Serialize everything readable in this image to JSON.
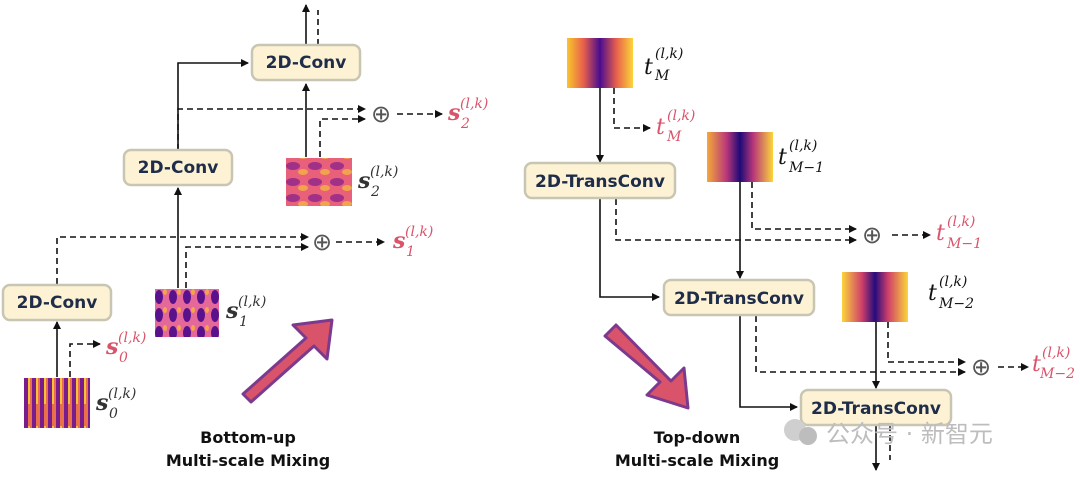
{
  "boxes": {
    "conv_top": "2D-Conv",
    "conv_mid": "2D-Conv",
    "conv_bottom": "2D-Conv",
    "trans_top": "2D-TransConv",
    "trans_mid": "2D-TransConv",
    "trans_bottom": "2D-TransConv"
  },
  "captions": {
    "left_line1": "Bottom-up",
    "left_line2": "Multi-scale Mixing",
    "right_line1": "Top-down",
    "right_line2": "Multi-scale Mixing"
  },
  "labels": {
    "s_main": "s",
    "t_main": "t",
    "sup": "(l,k)",
    "sub0": "0",
    "sub1": "1",
    "sub2": "2",
    "subM": "M",
    "subM1": "M−1",
    "subM2": "M−2"
  },
  "operator": "⊕",
  "watermark": "公众号 · 新智元",
  "colors": {
    "box_fill": "#fdf3d4",
    "box_stroke": "#c9c5b3",
    "mixed_label": "#d9536a",
    "arrow_fill": "#d9536a",
    "arrow_stroke": "#7c3a8f"
  }
}
